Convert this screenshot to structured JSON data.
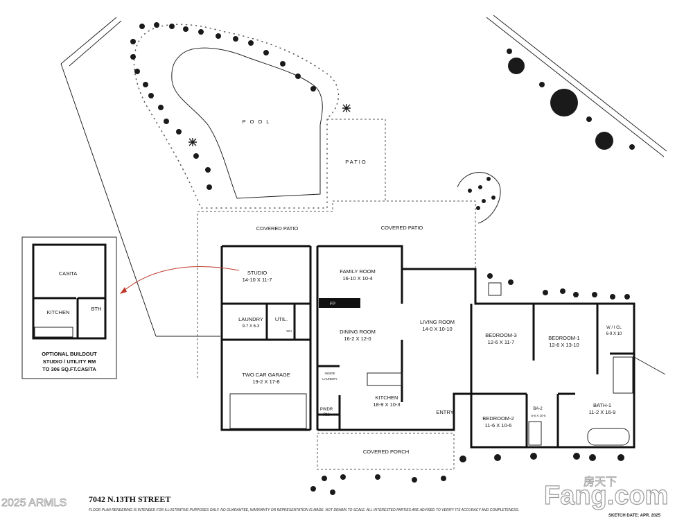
{
  "labels": {
    "pool": "POOL",
    "patio": "PATIO",
    "covered_patio_left": "COVERED PATIO",
    "covered_patio_right": "COVERED PATIO",
    "studio": "STUDIO",
    "studio_dim": "14-10 X 11-7",
    "family_room": "FAMILY ROOM",
    "family_room_dim": "16-10 X 10-4",
    "fp": "FP",
    "laundry": "LAUNDRY",
    "laundry_dim": "9-7 X 6-3",
    "util": "UTIL.",
    "wh": "WH",
    "dining_room": "DINING ROOM",
    "dining_room_dim": "16-2 X 12-0",
    "living_room": "LIVING ROOM",
    "living_room_dim": "14-0 X 10-10",
    "bedroom3": "BEDROOM-3",
    "bedroom3_dim": "12-6 X 11-7",
    "bedroom1": "BEDROOM-1",
    "bedroom1_dim": "12-6 X 13-10",
    "wic": "W / I CL",
    "wic_dim": "6-9 X 10",
    "garage": "TWO CAR GARAGE",
    "garage_dim": "19-2 X 17-8",
    "inside_laundry_1": "INSIDE",
    "inside_laundry_2": "LAUNDRY",
    "kitchen": "KITCHEN",
    "kitchen_dim": "18-9 X 10-3",
    "pwdr_1": "PWDR",
    "pwdr_2": "RM",
    "entry": "ENTRY",
    "bedroom2": "BEDROOM-2",
    "bedroom2_dim": "11-6 X 10-6",
    "ba2": "BA-2",
    "ba2_dim": "5-6 X 10-5",
    "bath1": "BATH-1",
    "bath1_dim": "11-2 X 16-9",
    "covered_porch": "COVERED PORCH",
    "casita": "CASITA",
    "casita_kitchen": "KITCHEN",
    "casita_bth": "BTH",
    "buildout_1": "OPTIONAL BUILDOUT",
    "buildout_2": "STUDIO / UTILITY RM",
    "buildout_3": "TO 306 SQ.FT.CASITA"
  },
  "footer": {
    "address": "7042 N.13TH STREET",
    "disclaimer": "FLOOR PLAN RENDERING IS INTENDED FOR ILLUSTRATIVE PURPOSES ONLY.  NO GUARANTEE, WARRANTY OR REPRESENTATION IS MADE.  NOT DRAWN TO SCALE.  ALL INTERESTED PARTIES ARE ADVISED TO VERIFY ITS ACCURACY AND COMPLETENESS.",
    "sketch_date": "SKETCH DATE:  APR. 2025",
    "copyright": "2025 ARMLS"
  },
  "watermark": {
    "cn": "房天下",
    "brand": "Fang.com"
  },
  "colors": {
    "arrow": "#c0392b",
    "wall": "#111111",
    "shrub": "#1a1a1a"
  }
}
